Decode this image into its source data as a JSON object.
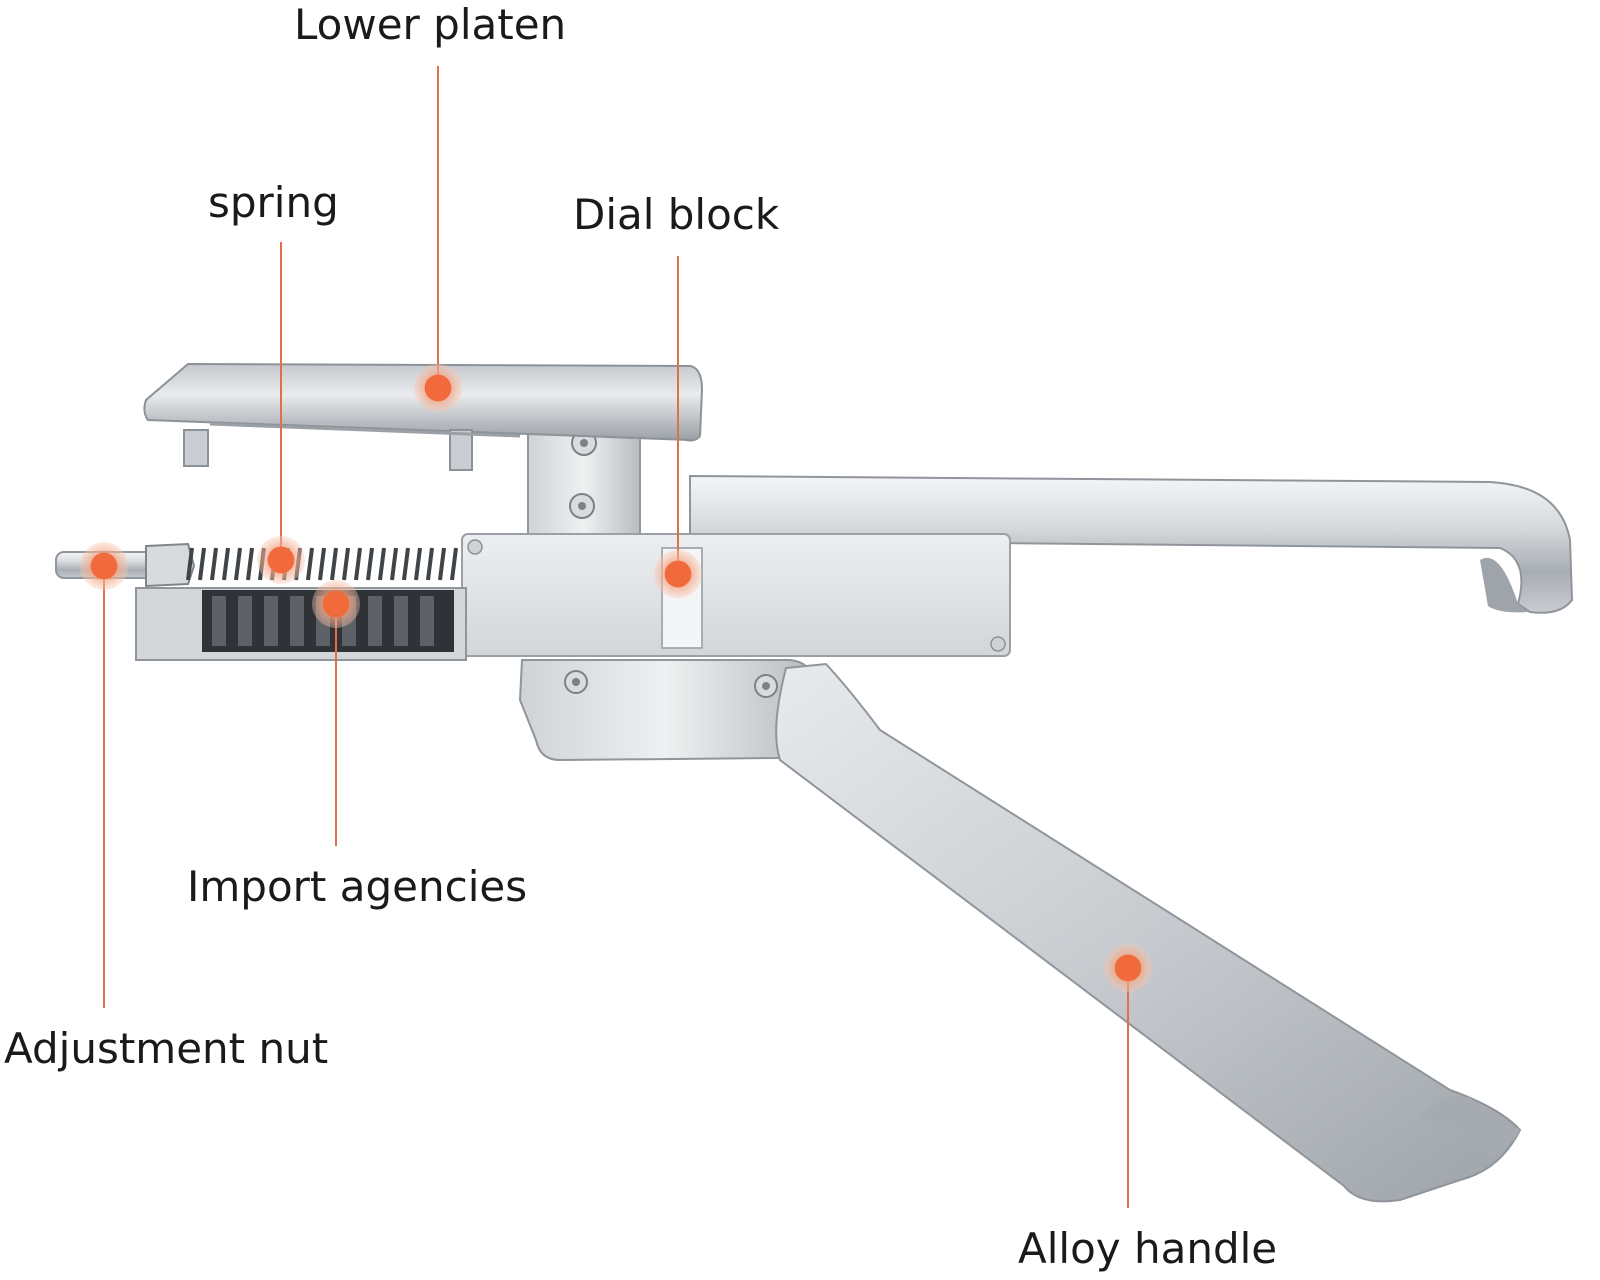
{
  "labels": {
    "lower_platen": "Lower platen",
    "spring": "spring",
    "dial_block": "Dial block",
    "import_agencies": "Import agencies",
    "adjustment_nut": "Adjustment nut",
    "alloy_handle": "Alloy handle"
  },
  "colors": {
    "accent": "#f06a3c",
    "leader_line": "#e0704a",
    "metal_light": "#e6e8ea",
    "metal_mid": "#bfc3c7",
    "metal_dark": "#8c9196",
    "label_text": "#1a1a1a"
  }
}
